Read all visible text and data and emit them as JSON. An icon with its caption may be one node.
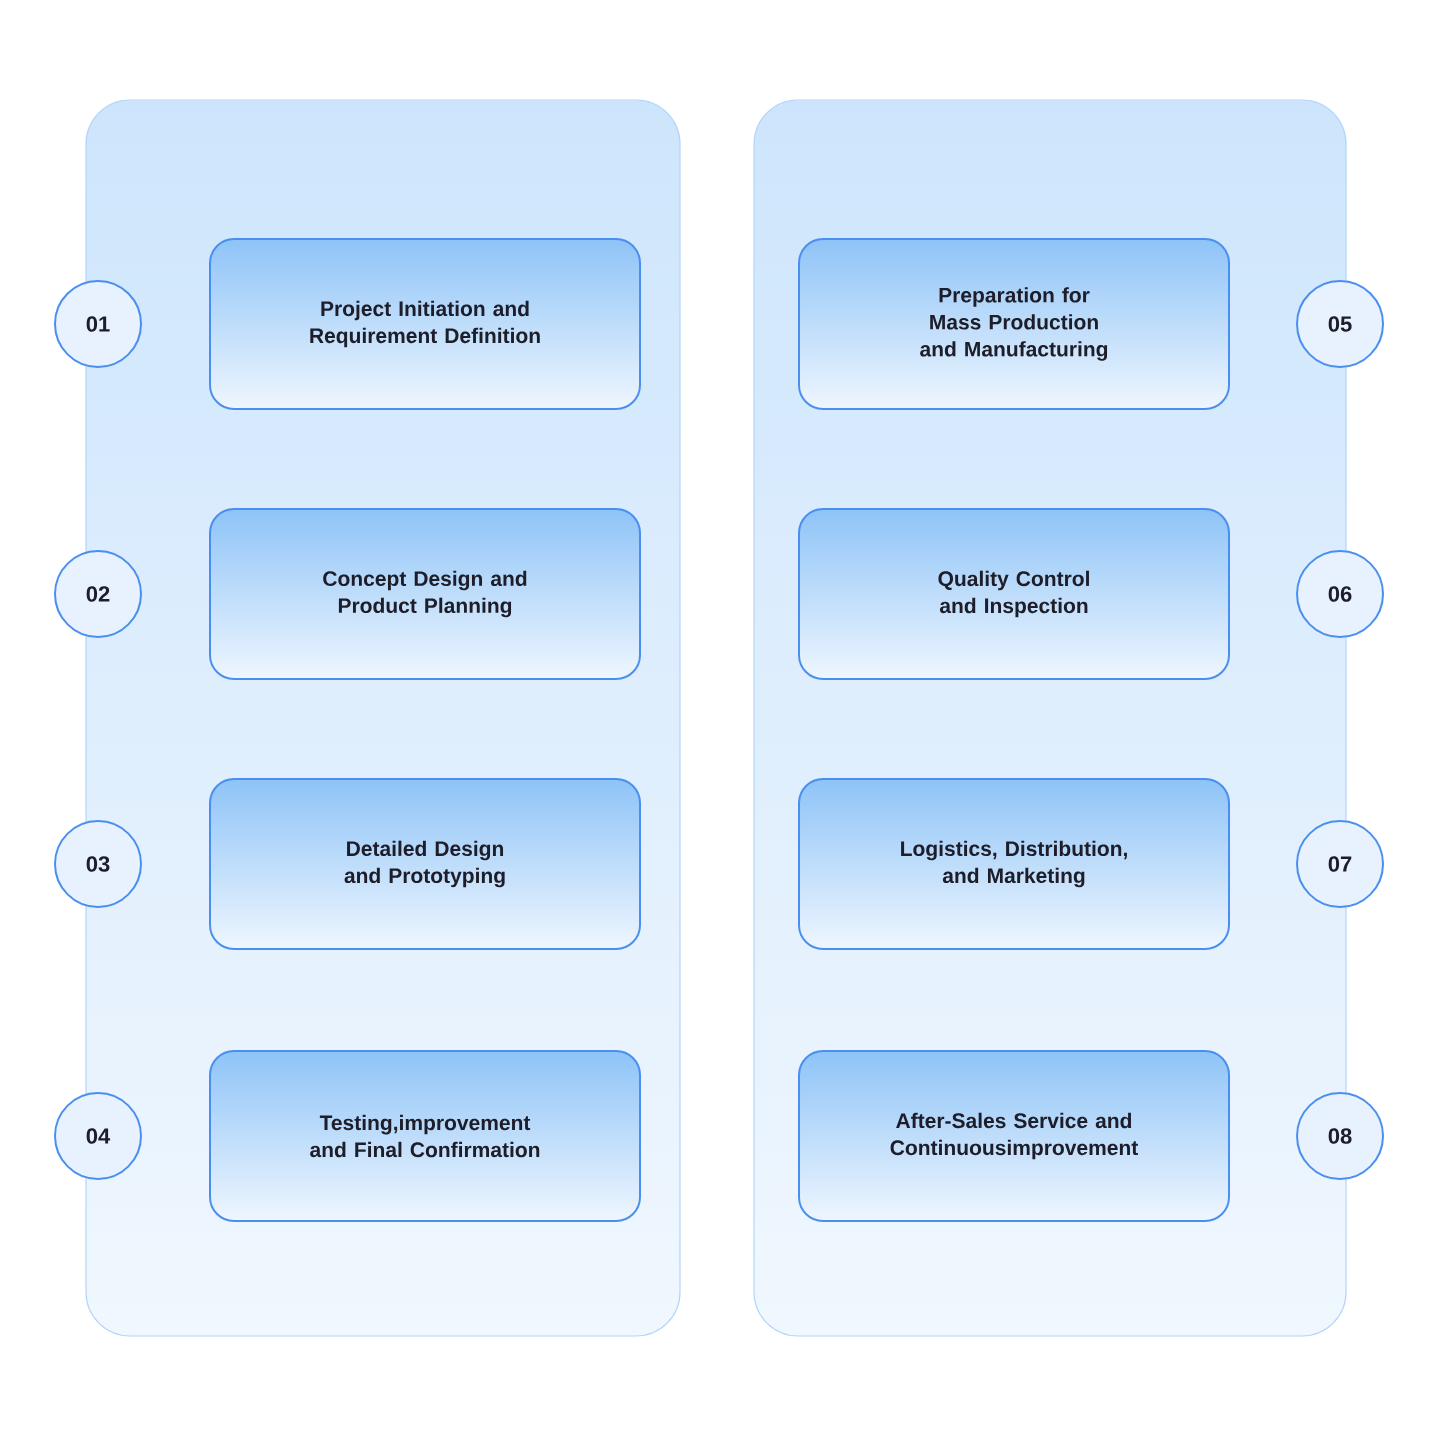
{
  "diagram": {
    "nodes": [
      {
        "text": [],
        "shape": "box"
      },
      {
        "text": [
          "01"
        ]
      },
      {
        "text": [
          "Project Initiation and Requirement Definition"
        ],
        "in": 0
      },
      {
        "text": [
          "02"
        ]
      },
      {
        "text": [
          "Concept Design and Product Planning"
        ],
        "in": 0
      },
      {
        "text": [
          "03"
        ]
      },
      {
        "text": [
          "Detailed Design and Prototyping"
        ],
        "in": 0
      },
      {
        "text": [
          "04"
        ]
      },
      {
        "text": [
          "Testing,improvement and Final Confirmation"
        ],
        "in": 0
      },
      {
        "text": [],
        "shape": "box"
      },
      {
        "text": [
          "Preparation for Mass Production and Manufacturing"
        ],
        "in": 9
      },
      {
        "text": [
          "05"
        ]
      },
      {
        "text": [
          "Quality Control and Inspection"
        ],
        "in": 9
      },
      {
        "text": [
          "06"
        ]
      },
      {
        "text": [
          "Logistics, Distribution, and Marketing"
        ],
        "in": 9
      },
      {
        "text": [
          "07"
        ]
      },
      {
        "text": [
          "After-Sales Service and Continuousimprovement"
        ],
        "in": 9
      },
      {
        "text": [
          "08"
        ]
      }
    ]
  }
}
